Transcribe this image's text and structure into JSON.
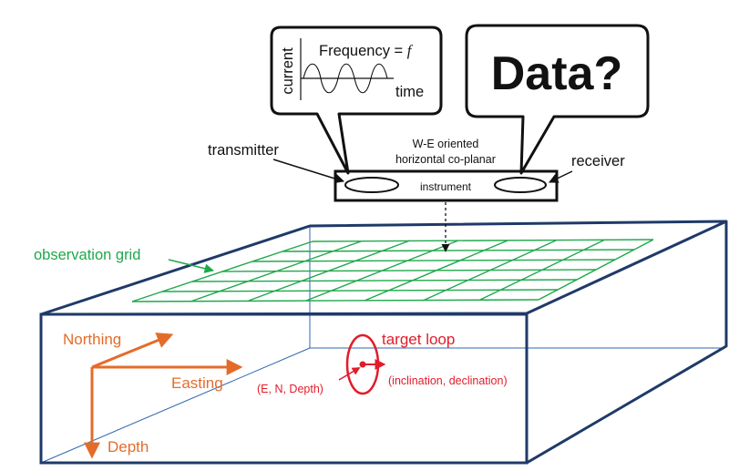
{
  "colors": {
    "box": "#1f3a68",
    "grid": "#1fa84b",
    "orange": "#e46c2a",
    "red": "#e01d2b",
    "black": "#111111"
  },
  "bubbles": {
    "transmitter_signal": {
      "y_axis_label": "current",
      "frequency_label": "Frequency = ",
      "frequency_symbol": "f",
      "x_axis_label": "time"
    },
    "receiver": {
      "text": "Data?"
    }
  },
  "instrument": {
    "orientation_line1": "W-E oriented",
    "orientation_line2": "horizontal co-planar",
    "label": "instrument",
    "transmitter_label": "transmitter",
    "receiver_label": "receiver"
  },
  "grid": {
    "label": "observation grid"
  },
  "axes": {
    "northing": "Northing",
    "easting": "Easting",
    "depth": "Depth"
  },
  "target": {
    "label": "target loop",
    "position_label": "(E, N, Depth)",
    "orientation_label": "(inclination, declination)"
  }
}
